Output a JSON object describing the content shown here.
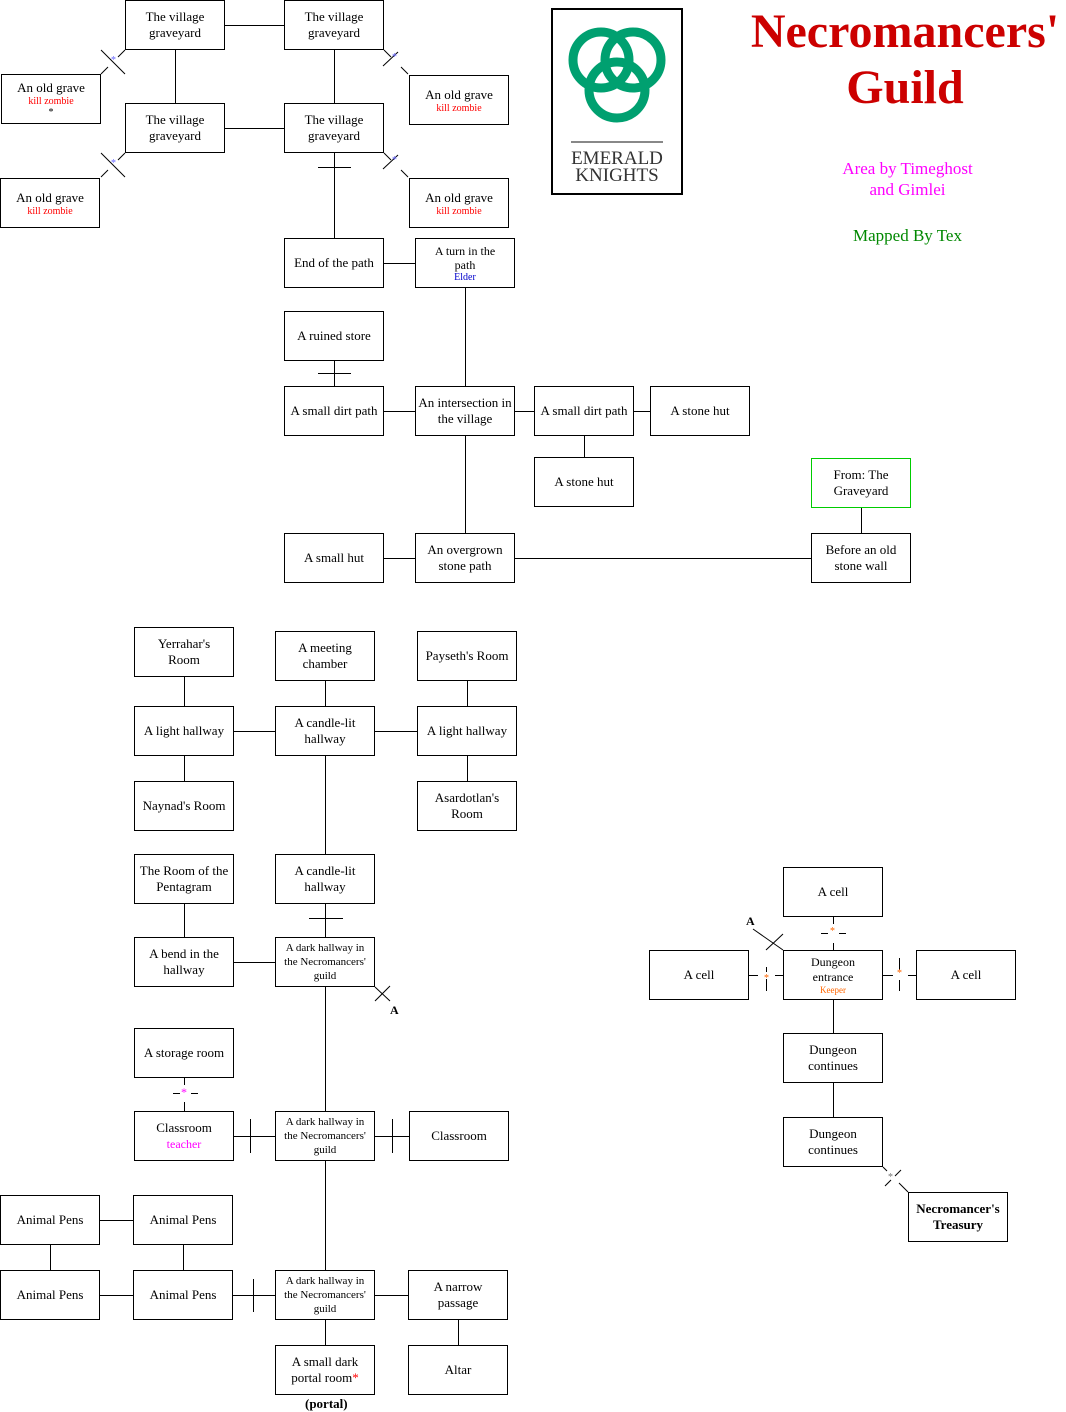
{
  "title": {
    "line1": "Necromancers'",
    "line2": "Guild"
  },
  "credits": {
    "area_by": "Area by Timeghost",
    "and": "and Gimlei",
    "mapped_by": "Mapped By Tex"
  },
  "logo": {
    "line1": "EMERALD",
    "line2": "KNIGHTS"
  },
  "colors": {
    "mob": "#ff0000",
    "elder": "#0000cc",
    "teacher": "#ff00ff",
    "keeper": "#ff6600",
    "from_border": "#00cc00",
    "title": "#cc0000"
  },
  "village": {
    "graveyard_1": "The village graveyard",
    "graveyard_2": "The village graveyard",
    "graveyard_3": "The village graveyard",
    "graveyard_4": "The village graveyard",
    "grave_1": {
      "name": "An old grave",
      "mob": "kill zombie",
      "mark": "*"
    },
    "grave_2": {
      "name": "An old grave",
      "mob": "kill zombie"
    },
    "grave_3": {
      "name": "An old grave",
      "mob": "kill zombie"
    },
    "grave_4": {
      "name": "An old grave",
      "mob": "kill zombie"
    },
    "end_of_path": "End of the path",
    "turn_in_path": {
      "name": "A turn in the path",
      "mob": "Elder"
    },
    "ruined_store": "A ruined store",
    "small_dirt_path_1": "A small dirt path",
    "intersection": "An intersection in the village",
    "small_dirt_path_2": "A small dirt path",
    "stone_hut_1": "A stone hut",
    "stone_hut_2": "A stone hut",
    "from_graveyard": "From: The Graveyard",
    "small_hut": "A small hut",
    "overgrown_path": "An overgrown stone path",
    "before_wall": "Before an old stone wall"
  },
  "guild": {
    "yerrahar": "Yerrahar's Room",
    "meeting": "A meeting chamber",
    "payseth": "Payseth's Room",
    "light_hallway_1": "A light hallway",
    "candle_hallway_1": "A candle-lit hallway",
    "light_hallway_2": "A light hallway",
    "naynad": "Naynad's Room",
    "asardotlan": "Asardotlan's Room",
    "pentagram": "The Room of the Pentagram",
    "candle_hallway_2": "A candle-lit hallway",
    "bend": "A bend in the hallway",
    "dark_hallway_1": "A dark hallway in the Necromancers' guild",
    "storage": "A storage room",
    "classroom_1": {
      "name": "Classroom",
      "mob": "teacher"
    },
    "dark_hallway_2": "A dark hallway in the Necromancers' guild",
    "classroom_2": "Classroom",
    "animal_pens_1": "Animal Pens",
    "animal_pens_2": "Animal Pens",
    "animal_pens_3": "Animal Pens",
    "animal_pens_4": "Animal Pens",
    "dark_hallway_3": "A dark hallway in the Necromancers' guild",
    "narrow_passage": "A narrow passage",
    "portal_room": {
      "name": "A small dark portal room",
      "mark": "*"
    },
    "altar": "Altar",
    "portal_label": "(portal)",
    "link_label": "A"
  },
  "dungeon": {
    "cell_top": "A cell",
    "cell_left": "A cell",
    "entrance": {
      "name": "Dungeon entrance",
      "mob": "Keeper"
    },
    "cell_right": "A cell",
    "continues_1": "Dungeon continues",
    "continues_2": "Dungeon continues",
    "treasury": "Necromancer's Treasury",
    "link_label": "A"
  },
  "door_mark": "*"
}
